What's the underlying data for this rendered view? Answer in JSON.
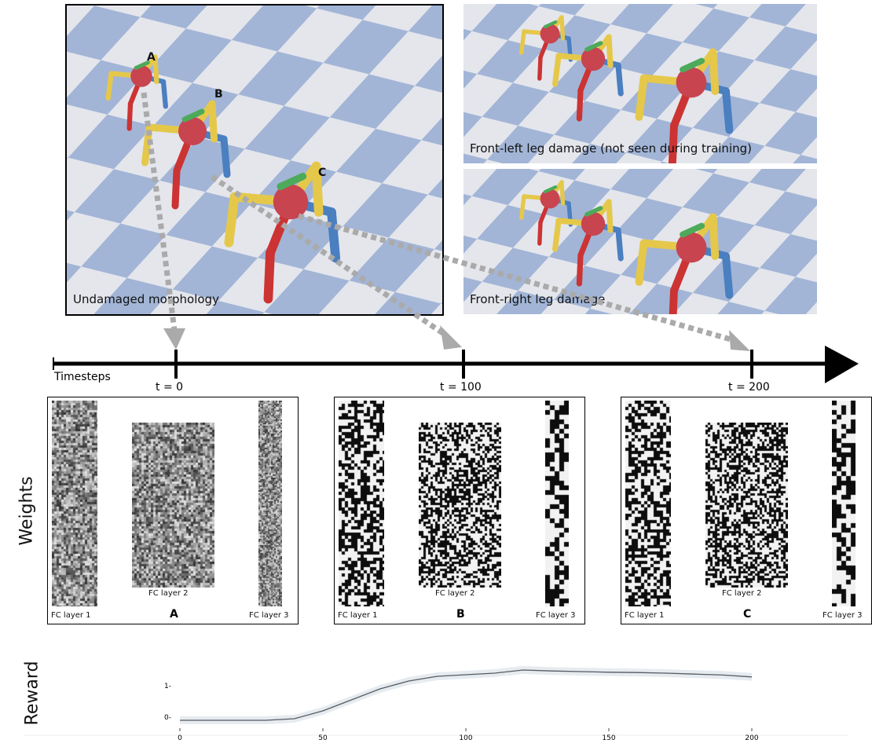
{
  "scenes": {
    "undamaged": {
      "label": "Undamaged morphology",
      "robots": [
        "A",
        "B",
        "C"
      ]
    },
    "front_left": {
      "label": "Front-left leg damage (not seen during training)"
    },
    "front_right": {
      "label": "Front-right leg damage"
    }
  },
  "timeline": {
    "axis_label": "Timesteps",
    "ticks": [
      {
        "label": "t = 0"
      },
      {
        "label": "t = 100"
      },
      {
        "label": "t = 200"
      }
    ]
  },
  "weights": {
    "row_label": "Weights",
    "panels": [
      {
        "letter": "A",
        "layer1": "FC layer 1",
        "layer2": "FC layer 2",
        "layer3": "FC layer 3"
      },
      {
        "letter": "B",
        "layer1": "FC layer 1",
        "layer2": "FC layer 2",
        "layer3": "FC layer 3"
      },
      {
        "letter": "C",
        "layer1": "FC layer 1",
        "layer2": "FC layer 2",
        "layer3": "FC layer 3"
      }
    ]
  },
  "chart_data": {
    "type": "line",
    "ylabel": "Reward",
    "xlabel": "",
    "x": [
      0,
      10,
      20,
      30,
      40,
      50,
      60,
      70,
      80,
      90,
      100,
      110,
      120,
      130,
      140,
      150,
      160,
      170,
      180,
      190,
      200
    ],
    "values": [
      -0.1,
      -0.1,
      -0.1,
      -0.1,
      -0.05,
      0.2,
      0.55,
      0.9,
      1.15,
      1.3,
      1.35,
      1.4,
      1.5,
      1.47,
      1.45,
      1.43,
      1.42,
      1.4,
      1.37,
      1.34,
      1.28
    ],
    "xticks": [
      "0",
      "50",
      "100",
      "150",
      "200"
    ],
    "yticks": [
      "0-",
      "1-"
    ],
    "xlim": [
      0,
      200
    ],
    "ylim": [
      -0.4,
      1.8
    ],
    "line_color": "#555b62",
    "band_color": "#e6ebf0"
  }
}
